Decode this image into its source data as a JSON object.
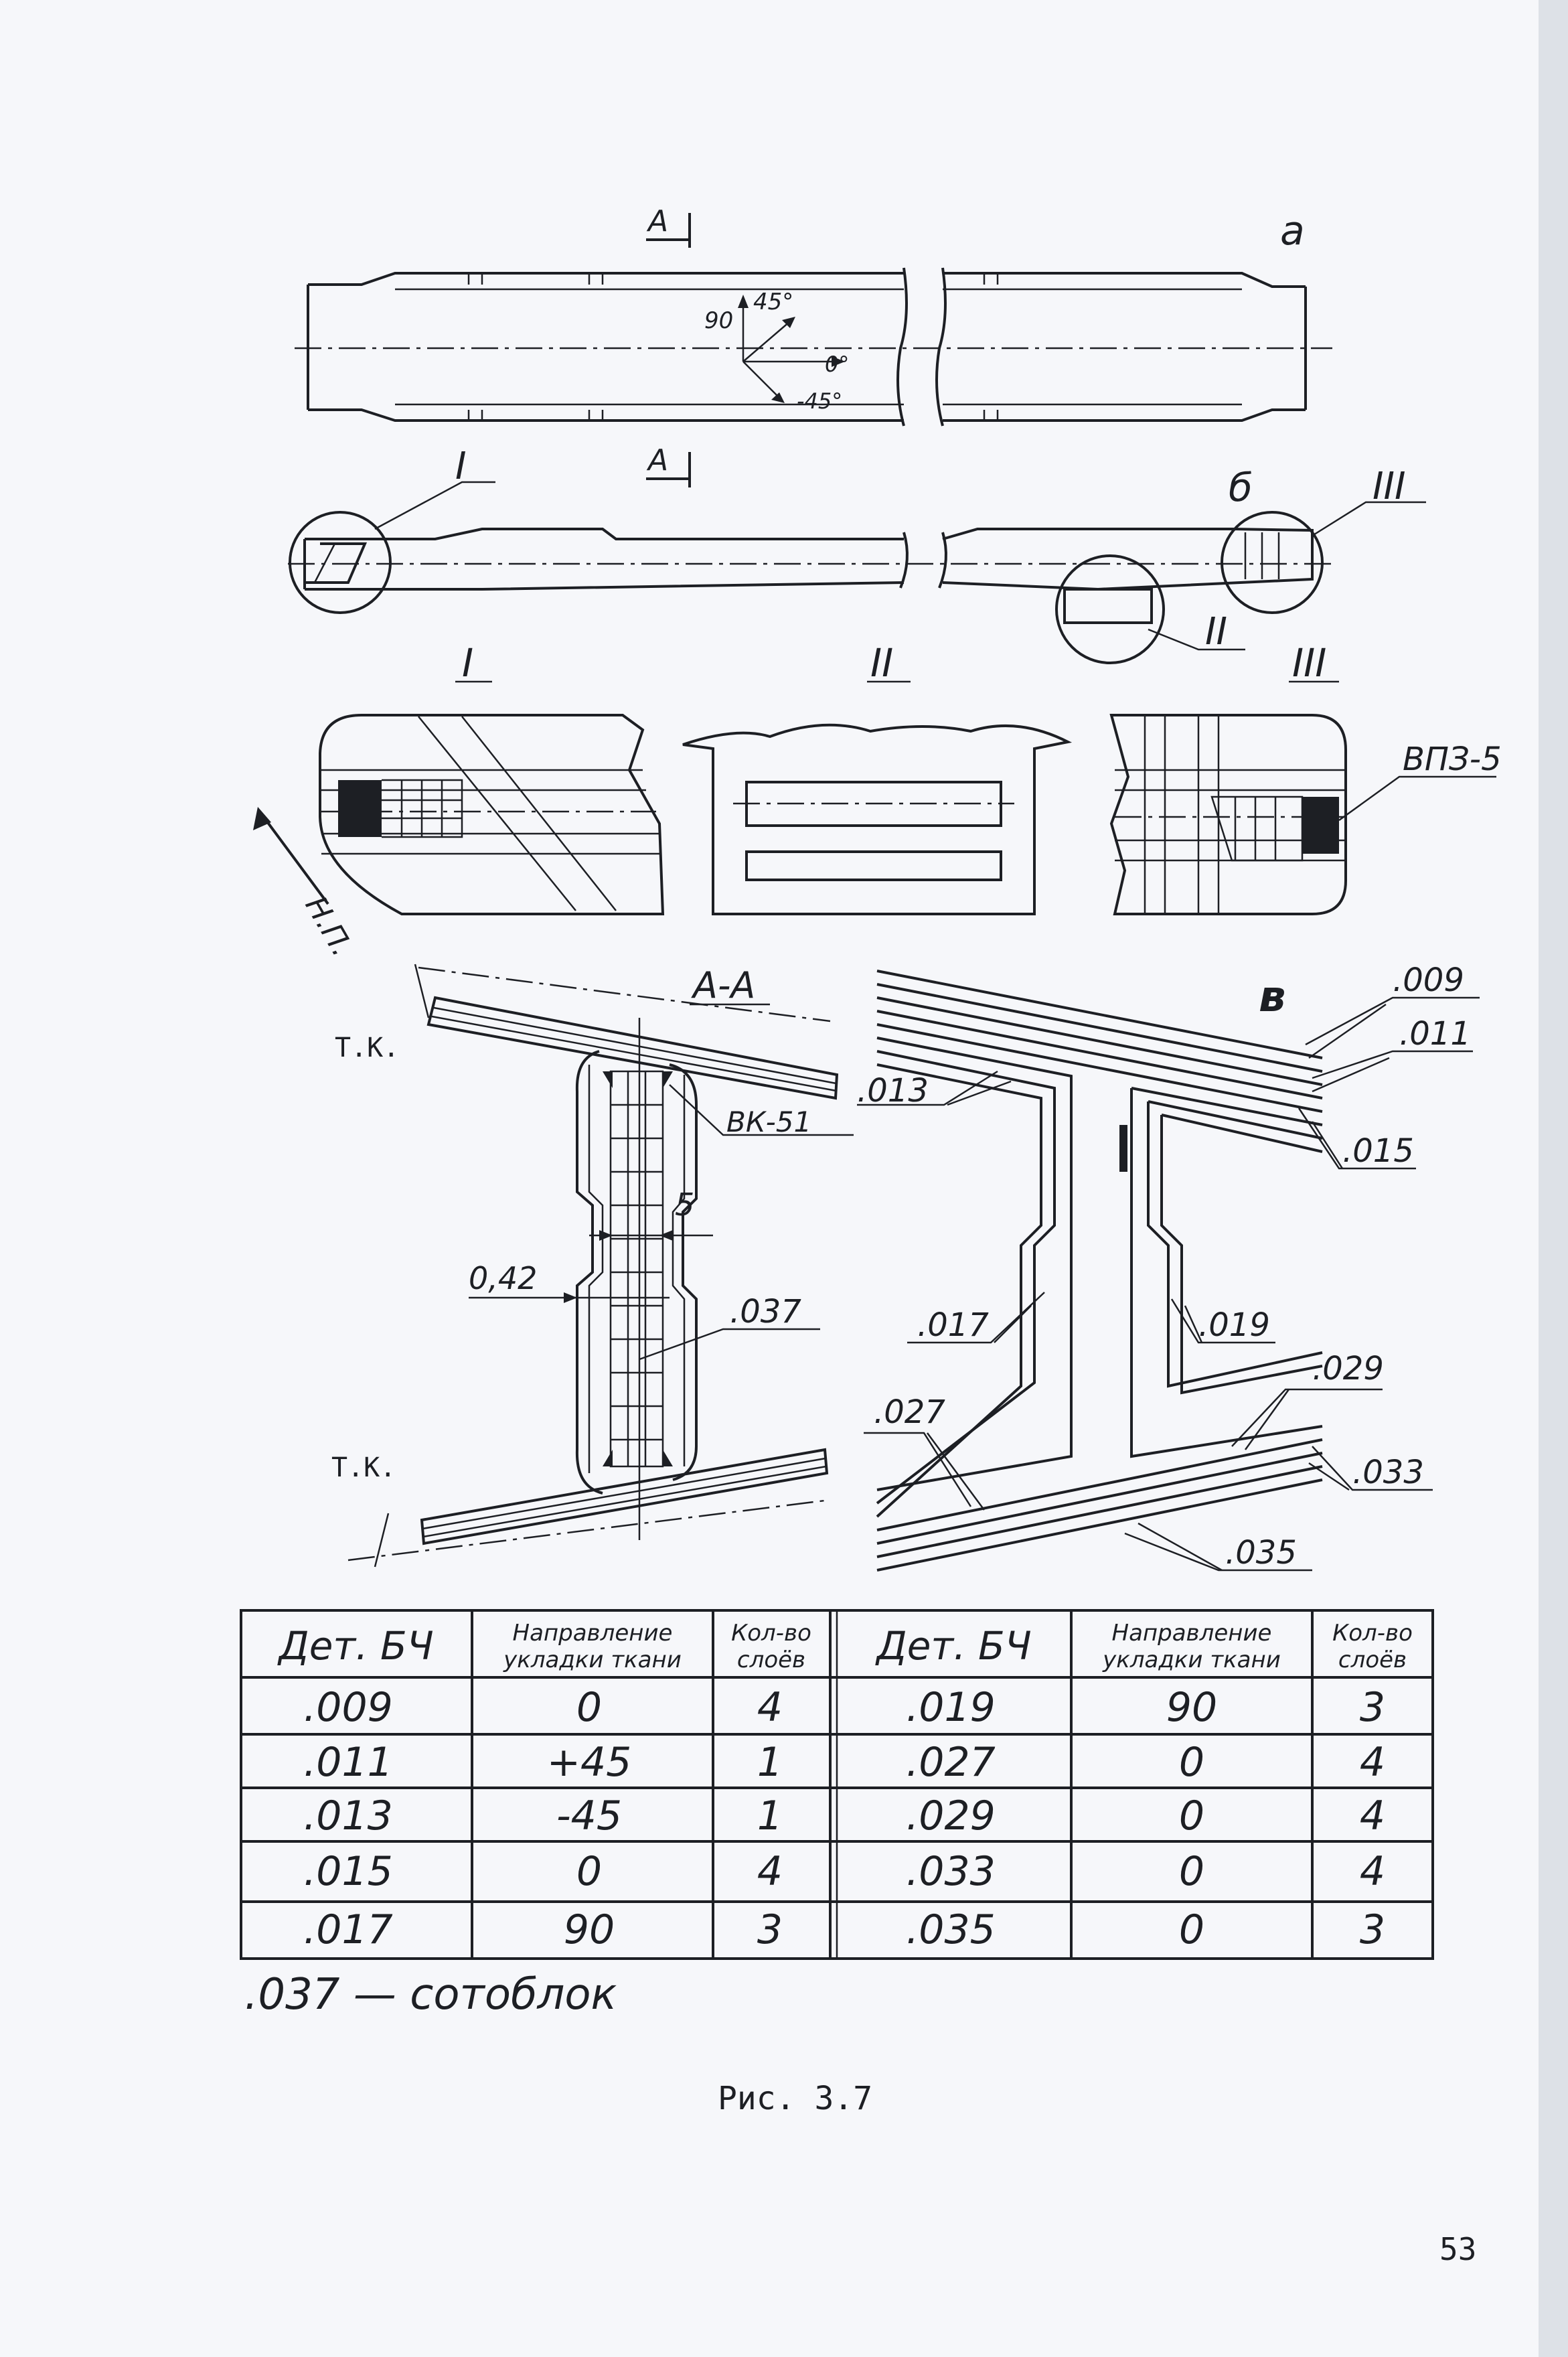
{
  "drawing_labels": {
    "section_mark_top": "A",
    "section_mark_mid": "A",
    "view_a": "a",
    "view_b": "б",
    "view_v": "в",
    "angle_90": "90",
    "angle_45": "45°",
    "angle_0": "0°",
    "angle_m45": "-45°",
    "callout_1": "I",
    "callout_2": "II",
    "callout_3": "III",
    "detail_1": "I",
    "detail_2": "II",
    "detail_3": "III",
    "np": "Н.П.",
    "vpz": "ВПЗ-5",
    "section_aa": "А-А",
    "tk_top": "Т.К.",
    "tk_bottom": "Т.К.",
    "vk51": "ВК-51",
    "dim_5": "5",
    "dim_042": "0,42",
    "p037": ".037",
    "p009": ".009",
    "p011": ".011",
    "p013": ".013",
    "p015": ".015",
    "p017": ".017",
    "p019": ".019",
    "p027": ".027",
    "p029": ".029",
    "p033": ".033",
    "p035": ".035"
  },
  "table": {
    "headers": {
      "part": "Дет. БЧ",
      "dir_1": "Направление",
      "dir_2": "укладки ткани",
      "cnt_1": "Кол-во",
      "cnt_2": "слоёв"
    },
    "left_rows": [
      [
        ".009",
        "0",
        "4"
      ],
      [
        ".011",
        "+45",
        "1"
      ],
      [
        ".013",
        "-45",
        "1"
      ],
      [
        ".015",
        "0",
        "4"
      ],
      [
        ".017",
        "90",
        "3"
      ]
    ],
    "right_rows": [
      [
        ".019",
        "90",
        "3"
      ],
      [
        ".027",
        "0",
        "4"
      ],
      [
        ".029",
        "0",
        "4"
      ],
      [
        ".033",
        "0",
        "4"
      ],
      [
        ".035",
        "0",
        "3"
      ]
    ]
  },
  "legend": ".037 — сотоблок",
  "caption": "Рис. 3.7",
  "page_number": "53"
}
